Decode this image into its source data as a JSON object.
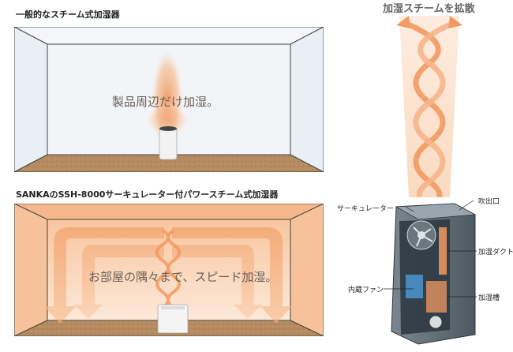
{
  "top_panel": {
    "title": "一般的なスチーム式加湿器",
    "caption": "製品周辺だけ加湿。"
  },
  "bottom_panel": {
    "title": "SANKAのSSH-8000サーキュレーター付パワースチーム式加湿器",
    "caption": "お部屋の隅々まで、スピード加湿。"
  },
  "diagram": {
    "title": "加湿スチームを拡散",
    "labels": {
      "circulator": "サーキュレーター",
      "outlet": "吹出口",
      "duct": "加湿ダクト",
      "fan": "内蔵ファン",
      "tank": "加湿槽"
    }
  },
  "colors": {
    "steam": "#f6a66a",
    "floor": "#b48a5c",
    "wall_top": "#eef4f8",
    "wall_bottom": "#f8c9a4",
    "device": "#5e6f7a"
  }
}
